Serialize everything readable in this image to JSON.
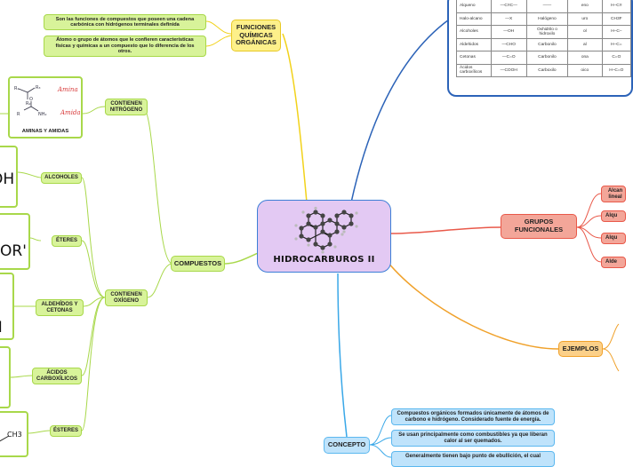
{
  "central": {
    "title": "HIDROCARBUROS II"
  },
  "funciones": {
    "label": "FUNCIONES QUÍMICAS ORGÁNICAS",
    "notes": [
      "Son las funciones de compuestos que poseen una cadena carbónica con hidrógenos terminales definida",
      "Átomo o grupo de átomos que le confieren características físicas y químicas a un compuesto que lo diferencia de los otros."
    ]
  },
  "compuestos": {
    "label": "COMPUESTOS",
    "nitrogeno": {
      "label": "CONTIENEN NITRÓGENO",
      "aminas": "AMINAS Y AMIDAS",
      "amina_word": "Amina",
      "amida_word": "Amida"
    },
    "oxigeno": {
      "label": "CONTIENEN OXÍGENO",
      "alcoholes": "ALCOHOLES",
      "eteres": "ÉTERES",
      "aldehidos": "ALDEHÍDOS Y CETONAS",
      "acidos": "ÁCIDOS CARBOXÍLICOS",
      "esteres": "ÉSTERES"
    },
    "formula_fragments": [
      "OH",
      "OR'",
      "H",
      "O",
      "CH3"
    ]
  },
  "grupos": {
    "label": "GRUPOS FUNCIONALES",
    "items": [
      "Alcan lineal",
      "Alqu",
      "Alqu",
      "Alde"
    ]
  },
  "ejemplos": {
    "label": "EJEMPLOS"
  },
  "concepto": {
    "label": "CONCEPTO",
    "notes": [
      "Compuestos orgánicos formados únicamente de átomos de carbono e hidrógeno. Considerado fuente de energía.",
      "Se usan principalmente como combustibles ya que liberan calor al ser quemados.",
      "Generalmente tienen bajo punto de ebullición, el cual"
    ]
  },
  "tabla": {
    "rows": [
      [
        "Alqueno",
        "—C≡C—",
        "——",
        "eno",
        "H–C≡"
      ],
      [
        "Halo-alcano",
        "—X",
        "Halógeno",
        "uro",
        "CH3F"
      ],
      [
        "Alcoholes",
        "—OH",
        "Oxhidrilo o hidroxilo",
        "ol",
        "H–C–"
      ],
      [
        "Aldehidos",
        "—CHO",
        "Carbonilo",
        "al",
        "H–C="
      ],
      [
        "Cetonas",
        "—C=O",
        "Carbonilo",
        "ona",
        "C=O"
      ],
      [
        "Ácidos carboxílicos",
        "—COOH",
        "Carboxilo",
        "oico",
        "H–C=O"
      ]
    ]
  },
  "colors": {
    "yellow_link": "#f2d21a",
    "green_link": "#a8d84a",
    "blue_link": "#2c63b8",
    "red_link": "#e9594a",
    "orange_link": "#f0a12a",
    "cyan_link": "#3aa8e8"
  }
}
